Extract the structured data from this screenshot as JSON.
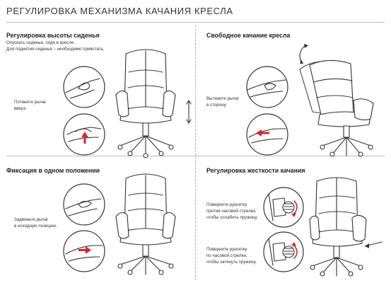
{
  "page": {
    "title": "РЕГУЛИРОВКА МЕХАНИЗМА КАЧАНИЯ КРЕСЛА"
  },
  "sections": {
    "height": {
      "heading": "Регулировка высоты сиденья",
      "note_line1": "Опускать сиденье, сидя в кресле.",
      "note_line2": "Для поднятия сиденья – необходимо привстать.",
      "instr_line1": "Потяните рычаг",
      "instr_line2": "вверх."
    },
    "free_swing": {
      "heading": "Свободное качание кресла",
      "instr_line1": "Вытяните рычаг",
      "instr_line2": "в сторону."
    },
    "lock": {
      "heading": "Фиксация в одном положении",
      "instr_line1": "Задвиньте рычаг",
      "instr_line2": "в исходную позицию."
    },
    "tension": {
      "heading": "Регулировка жесткости качания",
      "loosen_line1": "Поверните рукоятку",
      "loosen_line2": "против часовой стрелки,",
      "loosen_line3": "чтобы ослабить пружину.",
      "tighten_line1": "Поверните рукоятку",
      "tighten_line2": "по часовой стрелке,",
      "tighten_line3": "чтобы затянуть пружину."
    }
  },
  "colors": {
    "accent_arrow": "#d6262b",
    "line": "#333333"
  }
}
